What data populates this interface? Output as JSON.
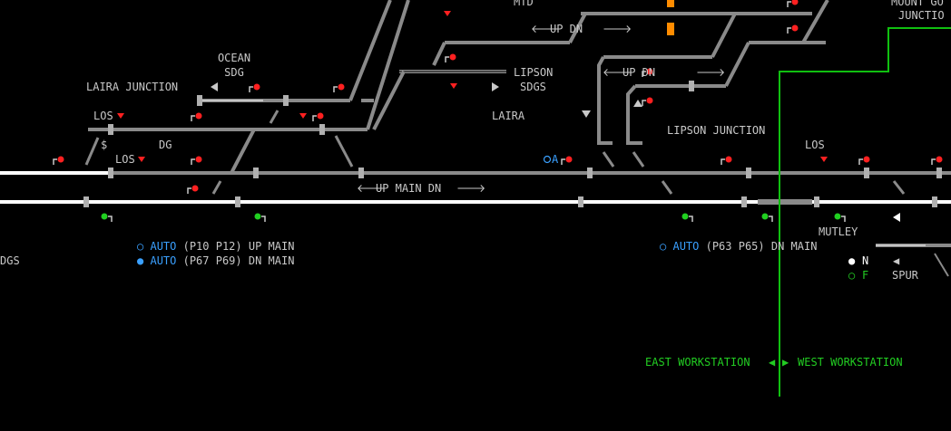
{
  "colors": {
    "background": "#000000",
    "track_occupied": "#ffffff",
    "track_clear": "#8a8a8a",
    "signal_red": "#ff2020",
    "signal_green": "#20d020",
    "route_indicator_orange": "#ff8c00",
    "auto_text": "#3aa0ff",
    "workstation_boundary": "#10c010",
    "label_text": "#c8c8c8"
  },
  "labels": {
    "top_cut_1": "MTD",
    "mount_gould_1": "MOUNT GO",
    "mount_gould_2": "JUNCTIO",
    "up_dn_top": "UP  DN",
    "ocean_sdg_1": "OCEAN",
    "ocean_sdg_2": "SDG",
    "lipson_sdgs_1": "LIPSON",
    "lipson_sdgs_2": "SDGS",
    "up_dn_mid": "UP  DN",
    "laira_junction": "LAIRA JUNCTION",
    "laira": "LAIRA",
    "los_1": "LOS",
    "dg": "DG",
    "los_2": "LOS",
    "dollar": "$",
    "lipson_junction": "LIPSON JUNCTION",
    "los_3": "LOS",
    "track_id_a": "A",
    "up_main_dn": "UP MAIN DN",
    "mutley": "MUTLEY",
    "sdgs_left": "DGS",
    "n_key": "N",
    "f_key": "F",
    "spur": "SPUR",
    "east_workstation": "EAST WORKSTATION",
    "west_workstation": "WEST WORKSTATION"
  },
  "auto_controls": [
    {
      "bullet": "○",
      "word": "AUTO",
      "detail": "(P10 P12) UP MAIN"
    },
    {
      "bullet": "●",
      "word": "AUTO",
      "detail": "(P67 P69) DN MAIN"
    },
    {
      "bullet": "○",
      "word": "AUTO",
      "detail": "(P63 P65) DN MAIN"
    }
  ]
}
